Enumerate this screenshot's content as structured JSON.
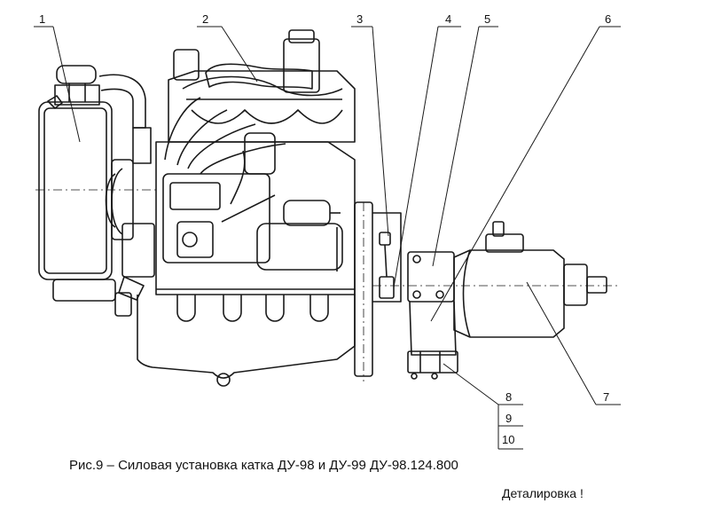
{
  "figure": {
    "caption": "Рис.9 – Силовая установка катка  ДУ-98 и ДУ-99 ДУ-98.124.800",
    "subcaption": "Деталировка   !"
  },
  "callouts": [
    "1",
    "2",
    "3",
    "4",
    "5",
    "6",
    "7",
    "8",
    "9",
    "10"
  ],
  "colors": {
    "ink": "#1a1a1a",
    "paper": "#ffffff"
  }
}
